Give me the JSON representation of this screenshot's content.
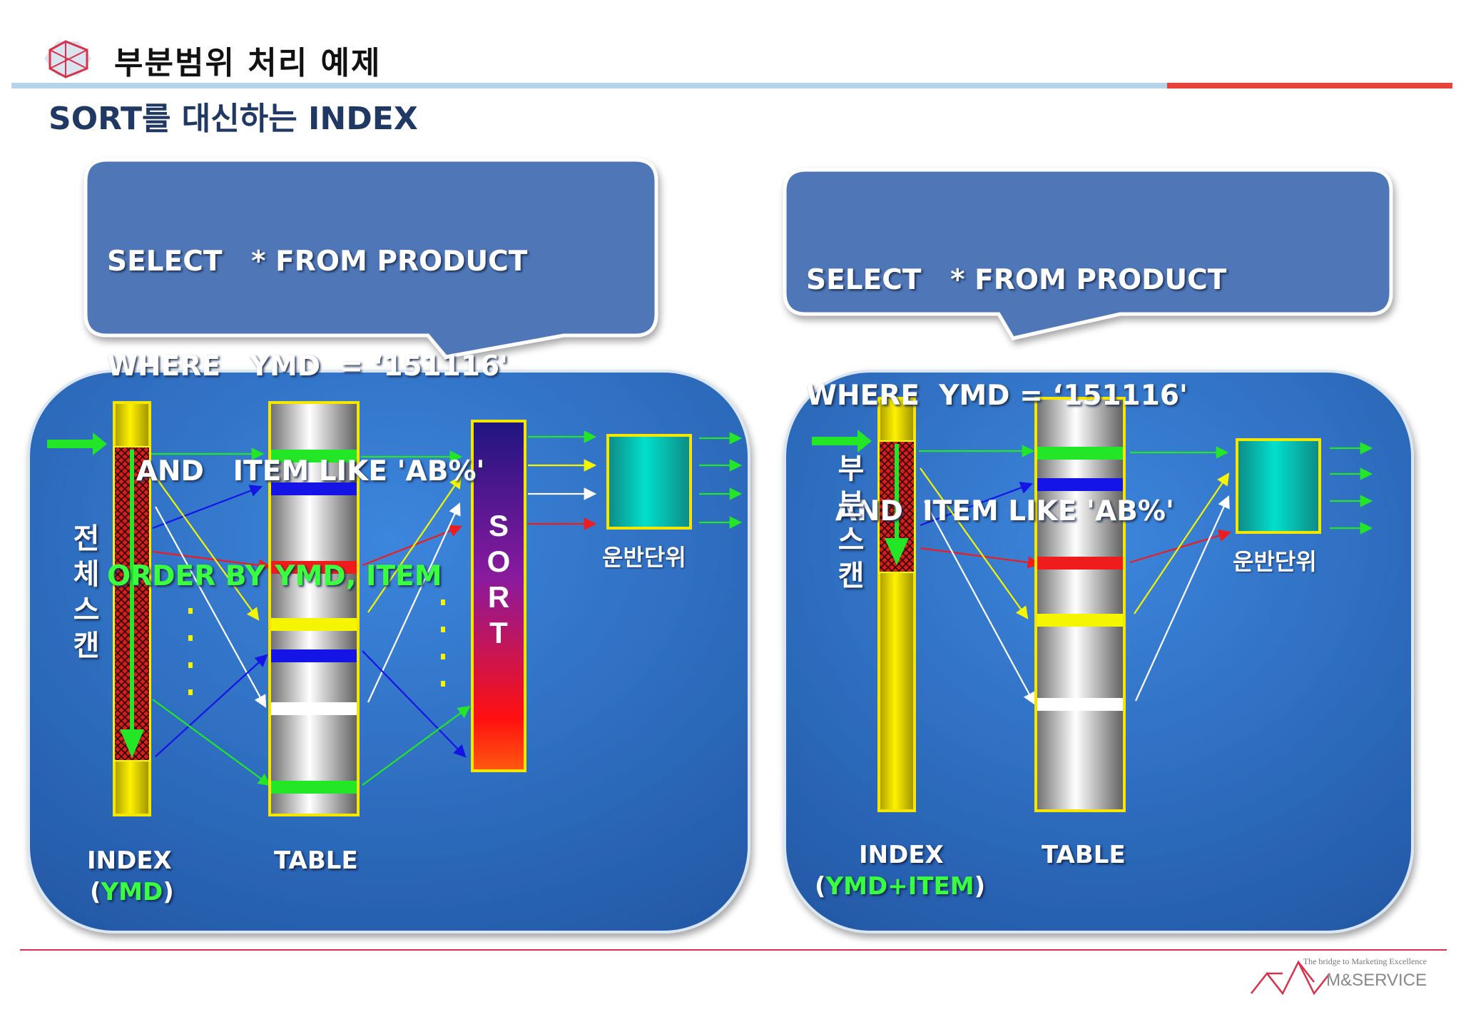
{
  "header": {
    "title": "부분범위 처리 예제",
    "subtitle": "SORT를 대신하는 INDEX"
  },
  "left": {
    "sql": [
      "SELECT   * FROM PRODUCT",
      "WHERE   YMD  = ‘151116'",
      "   AND   ITEM LIKE 'AB%'"
    ],
    "order_by": "ORDER BY YMD, ITEM",
    "scan_label": [
      "전",
      "체",
      "스",
      "캔"
    ],
    "sort_label": [
      "S",
      "O",
      "R",
      "T"
    ],
    "unit_label": "운반단위",
    "index_label": "INDEX",
    "index_open": "(",
    "index_key": "YMD",
    "index_close": ")",
    "table_label": "TABLE"
  },
  "right": {
    "sql": [
      "SELECT   * FROM PRODUCT",
      "WHERE  YMD = ‘151116'",
      "   AND  ITEM LIKE 'AB%'"
    ],
    "scan_label": [
      "부",
      "분",
      "스",
      "캔"
    ],
    "unit_label": "운반단위",
    "index_label": "INDEX",
    "index_open": "(",
    "index_key": "YMD+ITEM",
    "index_close": ")",
    "table_label": "TABLE"
  },
  "footer": {
    "tagline": "The bridge to Marketing Excellence",
    "brand": "M&SERVICE"
  },
  "colors": {
    "panel": "#2e6fc4",
    "bubble": "#4f77b8",
    "index_bar": "#f0e400",
    "sql_highlight": "#39ff3e",
    "accent_red": "#e8433b",
    "accent_blue": "#b9d3ea"
  }
}
